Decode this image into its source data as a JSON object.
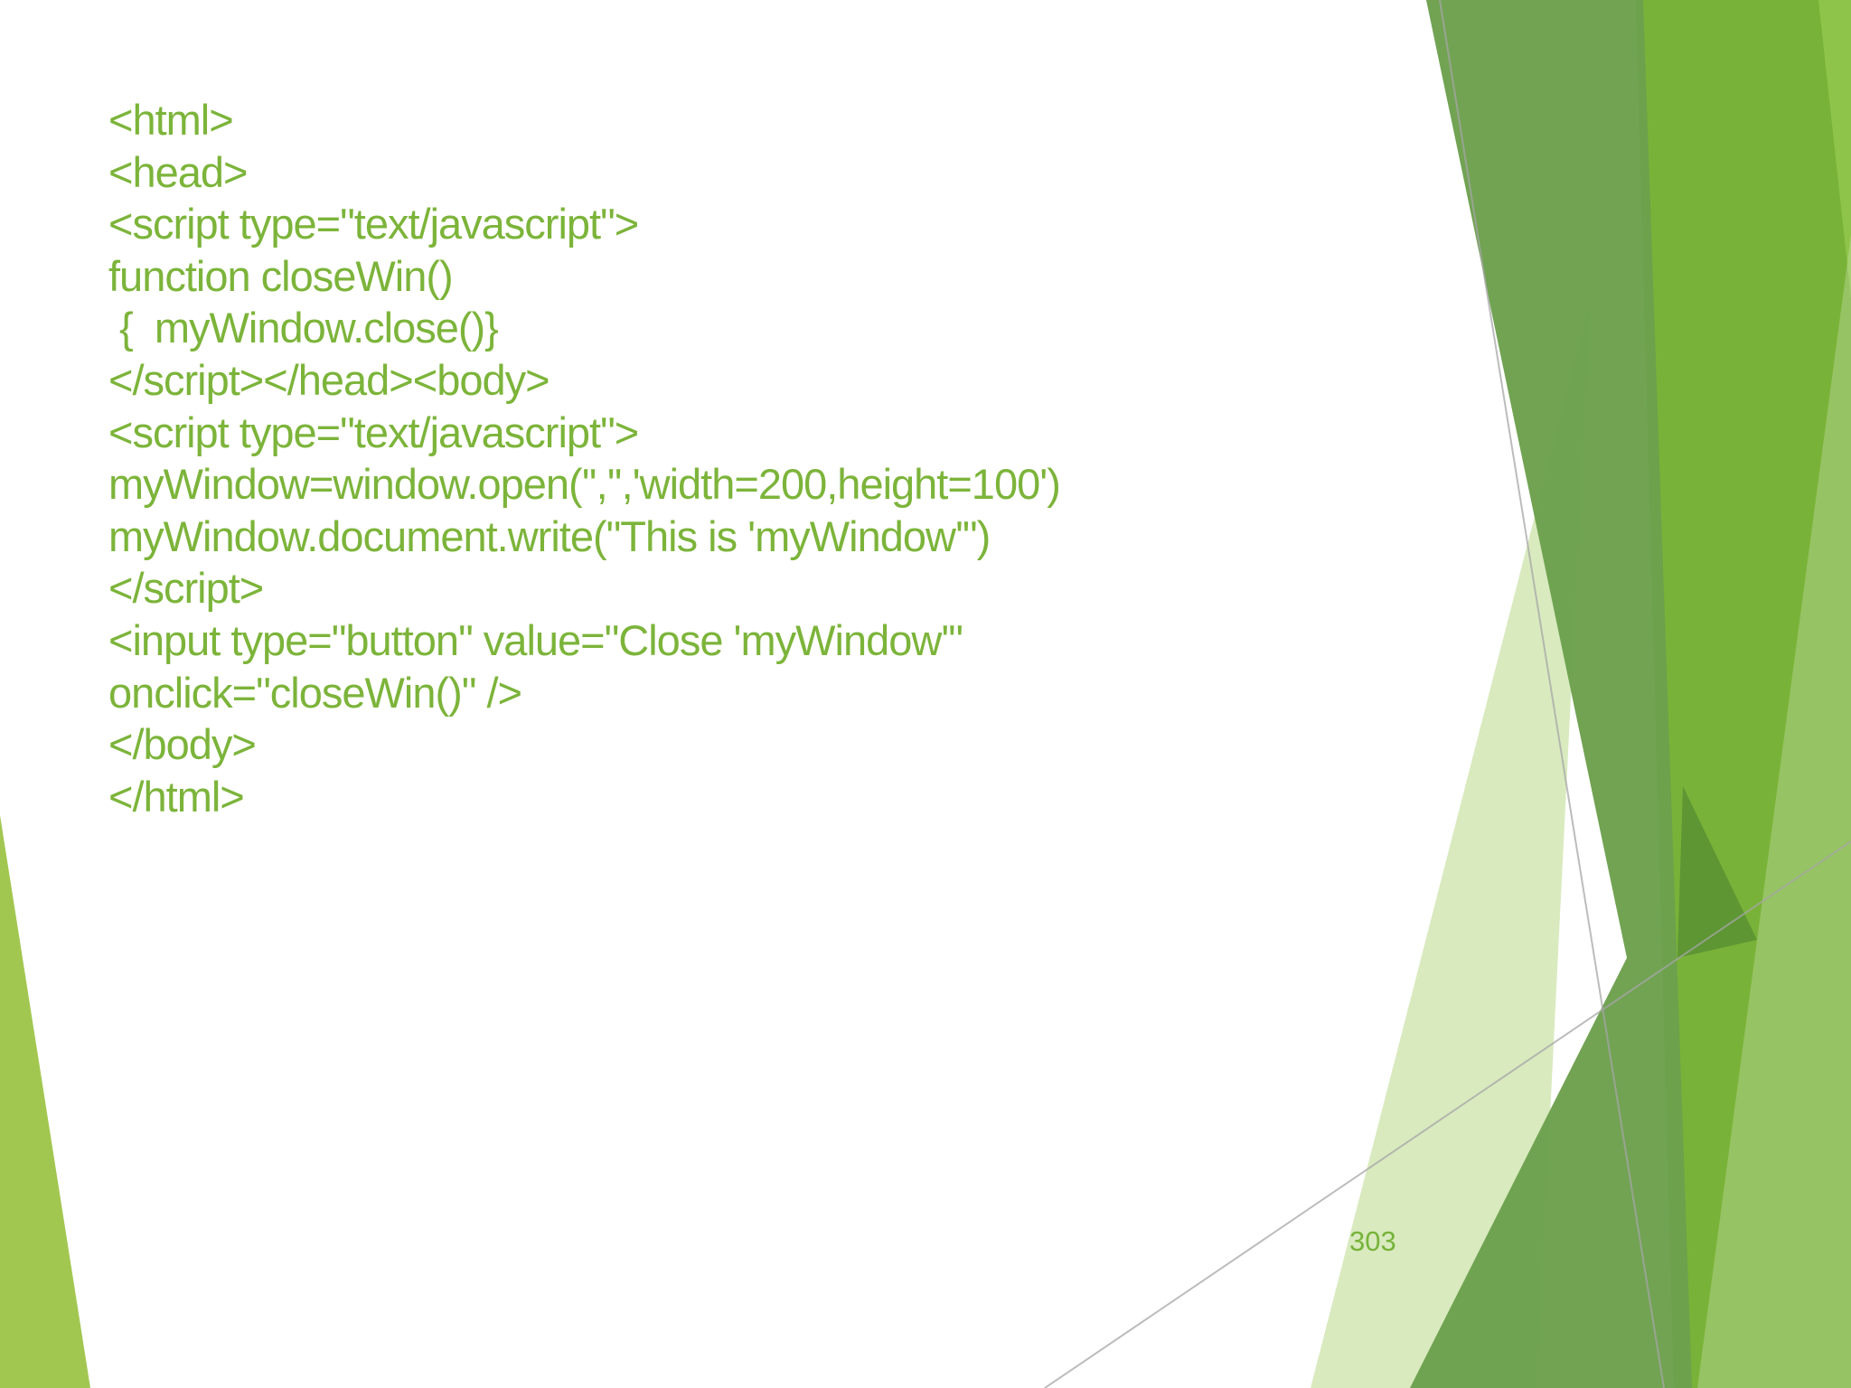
{
  "slide": {
    "background_color": "#ffffff",
    "page_number": "303",
    "code": {
      "text_color": "#7cb43a",
      "lines": [
        "<html>",
        "<head>",
        "<script type=\"text/javascript\">",
        "function closeWin()",
        " {  myWindow.close()}",
        "</script></head><body>",
        "<script type=\"text/javascript\">",
        "myWindow=window.open('','','width=200,height=100')",
        "myWindow.document.write(\"This is 'myWindow'\")",
        "</script>",
        "<input type=\"button\" value=\"Close 'myWindow'\"",
        "onclick=\"closeWin()\" />",
        "</body>",
        "</html>"
      ]
    },
    "decor": {
      "sage_green": "#6ca04d",
      "bright_green": "#79b238",
      "light_green_overlay": "#8ec44a",
      "white_overlay": "#ffffff",
      "pale_green": "#d9eabf",
      "left_wedge_green": "#a2c751",
      "dark_overlap_green": "#5a9233",
      "hairline_gray": "#a6a6a6"
    }
  }
}
